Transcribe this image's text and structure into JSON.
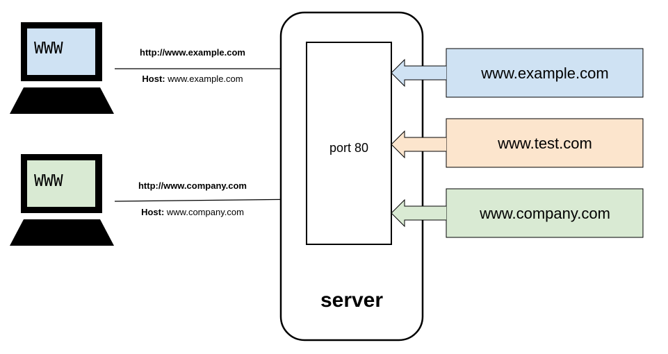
{
  "colors": {
    "client_1_screen": "#cfe2f3",
    "client_2_screen": "#d9ead3",
    "site_1_fill": "#cfe2f3",
    "site_2_fill": "#fce5cd",
    "site_3_fill": "#d9ead3",
    "outline": "#000000"
  },
  "clients": [
    {
      "screen_text": "WWW",
      "url": "http://www.example.com",
      "host_label": "Host:",
      "host_value": " www.example.com"
    },
    {
      "screen_text": "WWW",
      "url": "http://www.company.com",
      "host_label": "Host:",
      "host_value": " www.company.com"
    }
  ],
  "server": {
    "port_label": "port 80",
    "label": "server"
  },
  "sites": [
    {
      "name": "www.example.com"
    },
    {
      "name": "www.test.com"
    },
    {
      "name": "www.company.com"
    }
  ],
  "icons": {
    "client": "laptop-icon"
  }
}
